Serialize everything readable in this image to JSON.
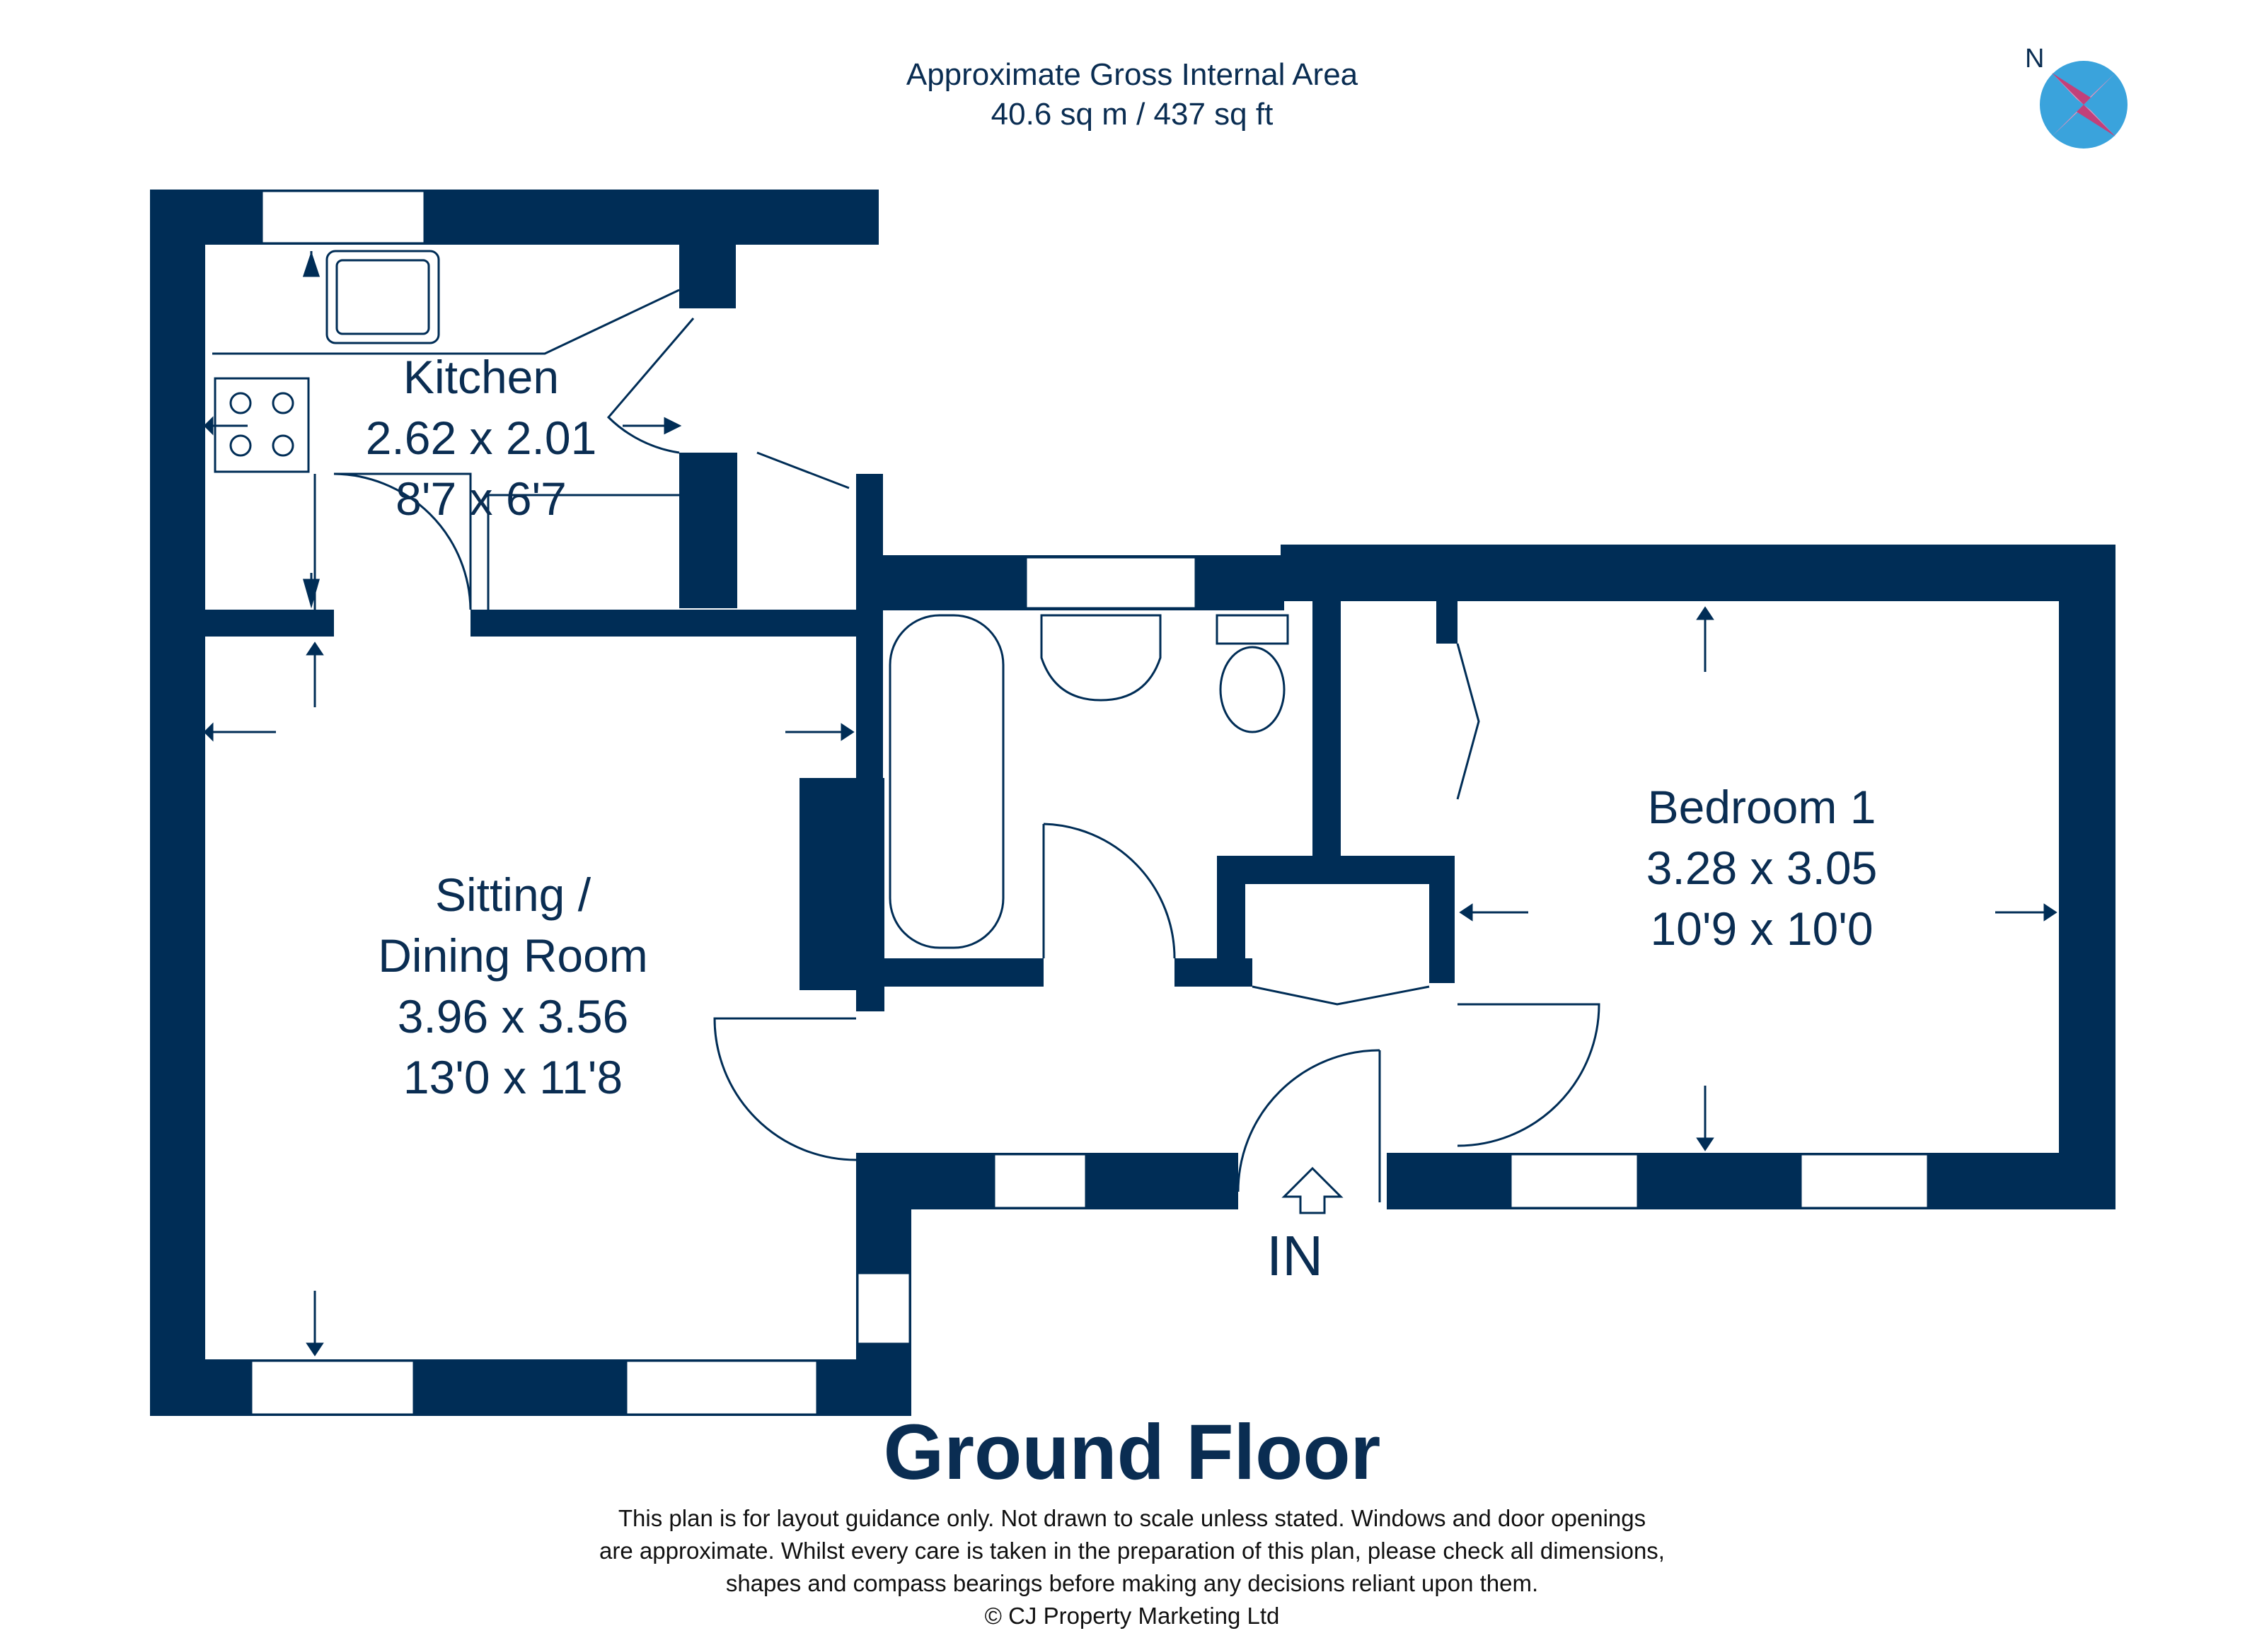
{
  "header": {
    "area_title": "Approximate Gross Internal Area",
    "area_value": "40.6 sq m / 437 sq ft"
  },
  "compass": {
    "north_label": "N"
  },
  "rooms": {
    "kitchen": {
      "name": "Kitchen",
      "metric": "2.62 x 2.01",
      "imperial": "8'7 x 6'7"
    },
    "sitting": {
      "name_line1": "Sitting /",
      "name_line2": "Dining Room",
      "metric": "3.96 x 3.56",
      "imperial": "13'0 x 11'8"
    },
    "bedroom": {
      "name": "Bedroom 1",
      "metric": "3.28 x 3.05",
      "imperial": "10'9 x 10'0"
    }
  },
  "entrance": {
    "label": "IN"
  },
  "floor_title": "Ground Floor",
  "disclaimer": {
    "line1": "This plan is for layout guidance only. Not drawn to scale unless stated. Windows and door openings",
    "line2": "are approximate. Whilst every care is taken in the preparation of this plan, please check all dimensions,",
    "line3": "shapes and compass bearings before making any decisions reliant upon them.",
    "line4": "© CJ Property Marketing Ltd"
  },
  "colors": {
    "wall": "#002d56",
    "text": "#0a2d52",
    "compass_blue": "#3aa3dc",
    "compass_pink": "#f08fb8"
  }
}
